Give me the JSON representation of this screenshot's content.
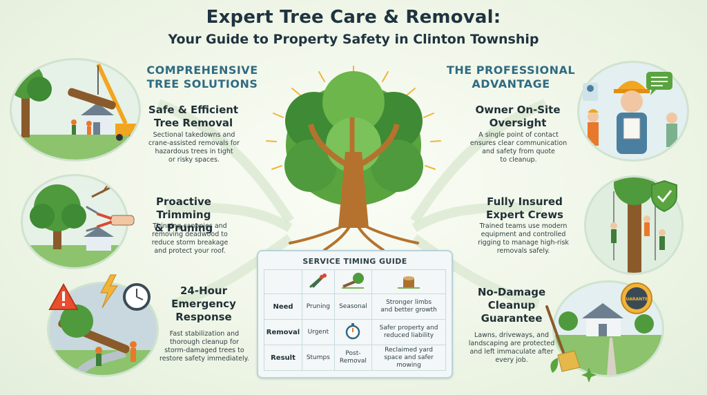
{
  "header": {
    "title": "Expert Tree Care & Removal:",
    "subtitle": "Your Guide to Property Safety in Clinton Township"
  },
  "left": {
    "heading": [
      "COMPREHENSIVE",
      "TREE SOLUTIONS"
    ],
    "cards": [
      {
        "title": [
          "Safe & Efficient",
          "Tree Removal"
        ],
        "desc": [
          "Sectional takedowns and",
          "crane-assisted removals for",
          "hazardous trees in tight",
          "or risky spaces."
        ]
      },
      {
        "title": [
          "Proactive Trimming",
          "& Pruning"
        ],
        "desc": [
          "Thinning canopies and",
          "removing deadwood to",
          "reduce storm breakage",
          "and protect your roof."
        ]
      },
      {
        "title": [
          "24-Hour",
          "Emergency",
          "Response"
        ],
        "desc": [
          "Fast stabilization and",
          "thorough cleanup for",
          "storm-damaged trees to",
          "restore safety immediately."
        ]
      }
    ]
  },
  "right": {
    "heading": [
      "THE PROFESSIONAL",
      "ADVANTAGE"
    ],
    "cards": [
      {
        "title": [
          "Owner On-Site",
          "Oversight"
        ],
        "desc": [
          "A single point of contact",
          "ensures clear communication",
          "and safety from quote",
          "to cleanup."
        ]
      },
      {
        "title": [
          "Fully Insured",
          "Expert Crews"
        ],
        "desc": [
          "Trained teams use modern",
          "equipment and controlled",
          "rigging to manage high-risk",
          "removals safely."
        ]
      },
      {
        "title": [
          "No-Damage",
          "Cleanup",
          "Guarantee"
        ],
        "desc": [
          "Lawns, driveways, and",
          "landscaping are protected",
          "and left immaculate after",
          "every job."
        ]
      }
    ]
  },
  "badge_text": "GUARANTEE",
  "guide": {
    "title": "SERVICE TIMING GUIDE",
    "rows": [
      {
        "label": "Need",
        "c1": [
          "Pruning"
        ],
        "c2": [
          "Seasonal"
        ],
        "c3": [
          "Stronger limbs",
          "and better growth"
        ]
      },
      {
        "label": "Removal",
        "c1": [
          "Urgent"
        ],
        "c2": [],
        "c3": [
          "Safer property and",
          "reduced liability"
        ]
      },
      {
        "label": "Result",
        "c1": [
          "Stumps"
        ],
        "c2": [
          "Post-",
          "Removal"
        ],
        "c3": [
          "Reclaimed yard",
          "space and safer",
          "mowing"
        ]
      }
    ]
  },
  "colors": {
    "heading": "#2f6b82",
    "tree_green": "#4f9a3c",
    "trunk": "#b5722e",
    "sun": "#f2b33a",
    "safety_orange": "#e8792b",
    "warning": "#e94e2e"
  },
  "icons": [
    "crane-icon",
    "pruning-shears-icon",
    "warning-icon",
    "lightning-icon",
    "clock-icon",
    "hard-hat-icon",
    "chat-bubble-icon",
    "shield-check-icon",
    "badge-icon",
    "broom-icon",
    "stopwatch-icon",
    "stump-icon",
    "fallen-tree-icon"
  ]
}
